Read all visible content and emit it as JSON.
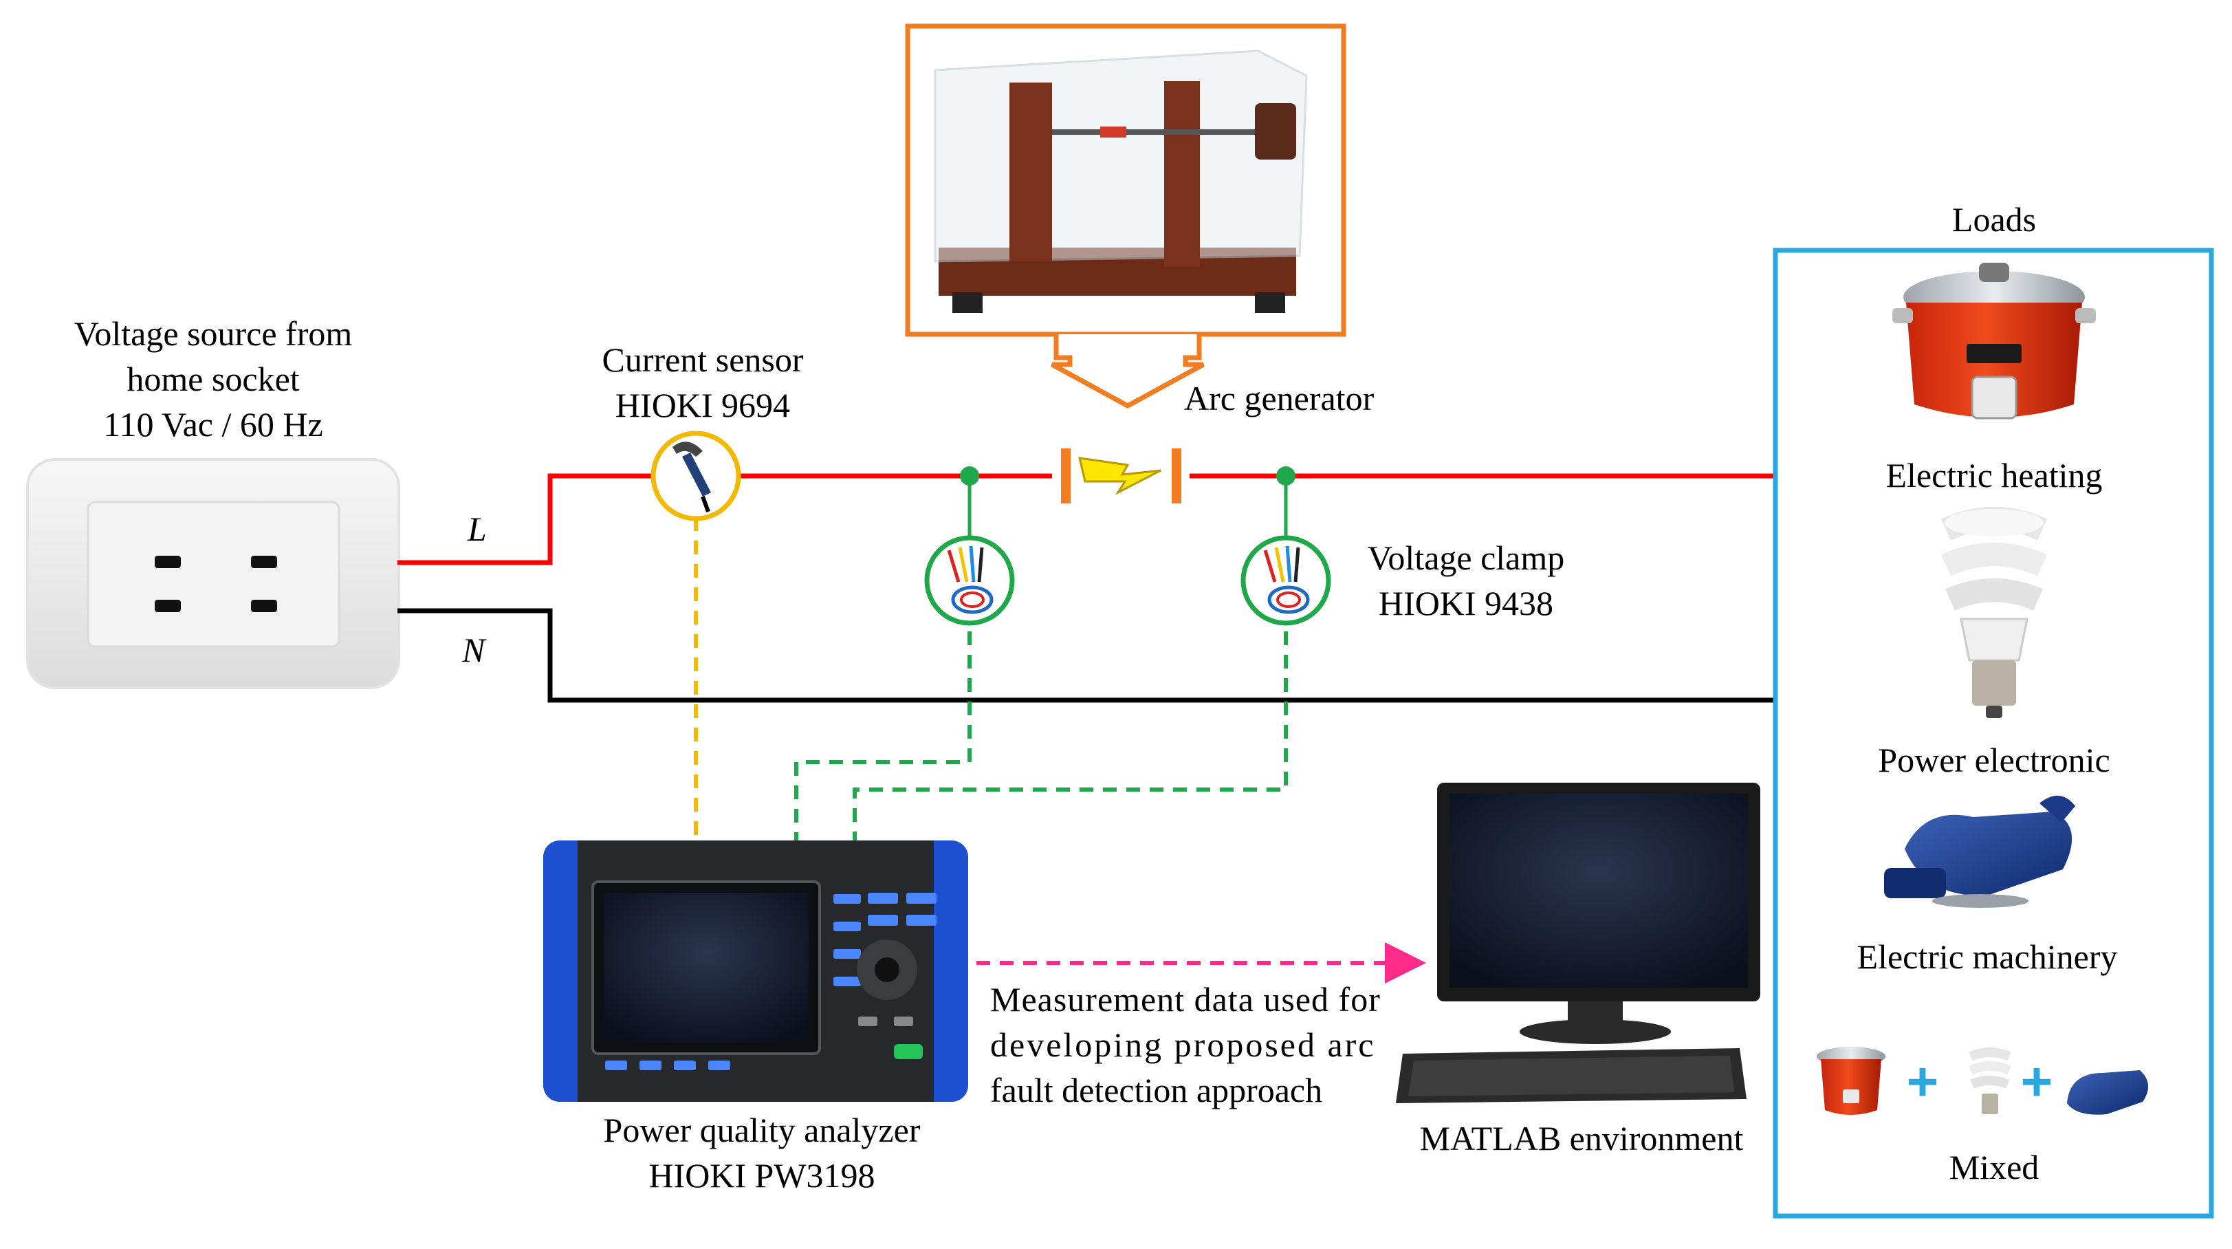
{
  "source": {
    "lines": [
      "Voltage source from",
      "home socket",
      "110 Vac / 60 Hz"
    ]
  },
  "wires": {
    "live_label": "L",
    "neutral_label": "N",
    "live_color": "#ff0000",
    "neutral_color": "#000000"
  },
  "current_sensor": {
    "lines": [
      "Current sensor",
      "HIOKI 9694"
    ],
    "color": "#f5b800"
  },
  "arc_generator": {
    "label": "Arc generator",
    "frame_color": "#f47c20"
  },
  "voltage_clamp": {
    "lines": [
      "Voltage clamp",
      "HIOKI 9438"
    ],
    "color": "#1ea84a"
  },
  "analyzer": {
    "lines": [
      "Power quality analyzer",
      "HIOKI PW3198"
    ],
    "brand": "HIOKI",
    "model": "PW3198"
  },
  "data_arrow": {
    "lines": [
      "Measurement data used for",
      "developing proposed arc",
      "fault detection approach"
    ],
    "color": "#ff2b8a"
  },
  "computer": {
    "label": "MATLAB environment"
  },
  "loads": {
    "title": "Loads",
    "frame_color": "#29a8e0",
    "items": [
      "Electric heating",
      "Power electronic",
      "Electric machinery",
      "Mixed"
    ]
  }
}
